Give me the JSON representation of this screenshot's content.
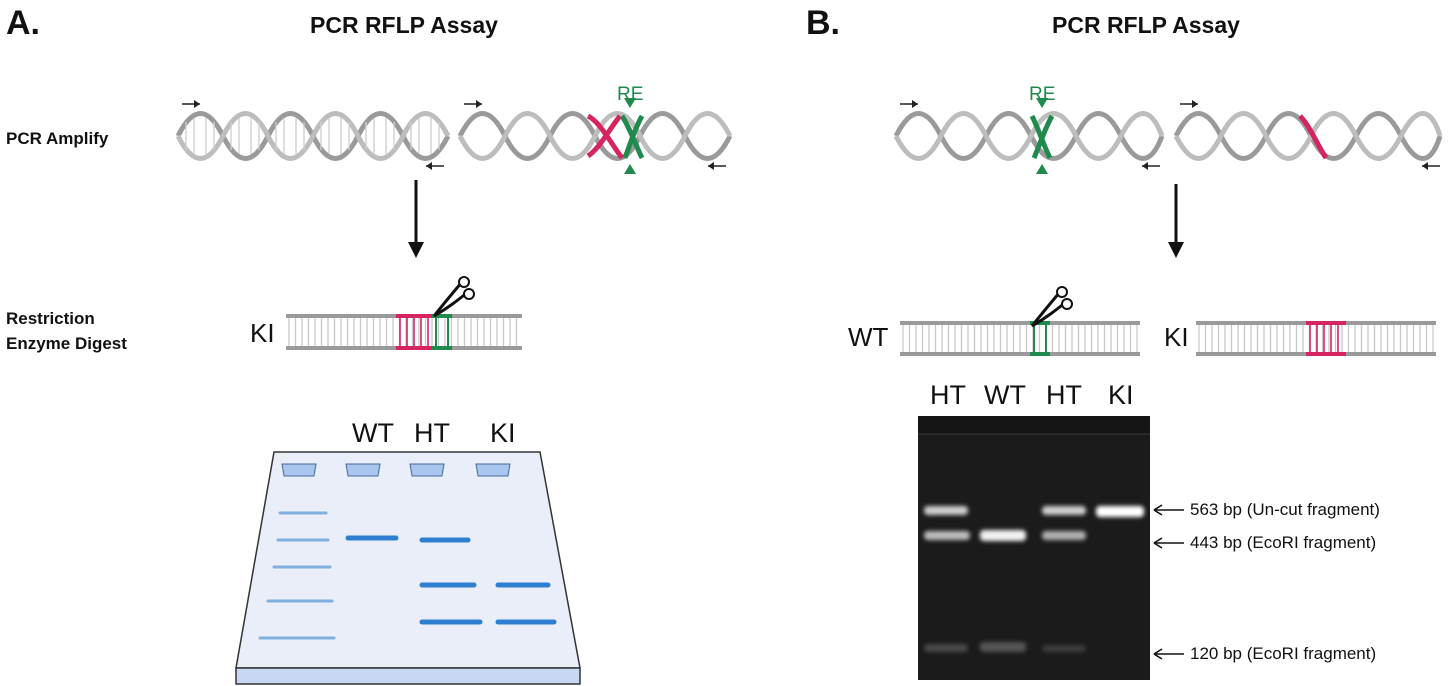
{
  "panel_a": {
    "letter": "A.",
    "title": "PCR RFLP Assay",
    "step_pcr": "PCR Amplify",
    "step_digest_1": "Restriction",
    "step_digest_2": "Enzyme Digest",
    "re_label": "RE",
    "ki_label": "KI",
    "lanes": [
      "WT",
      "HT",
      "KI"
    ]
  },
  "panel_b": {
    "letter": "B.",
    "title": "PCR RFLP Assay",
    "re_label": "RE",
    "wt_label": "WT",
    "ki_label": "KI",
    "lanes": [
      "HT",
      "WT",
      "HT",
      "KI"
    ],
    "bands": [
      {
        "label": "563 bp (Un-cut fragment)",
        "size_bp": 563
      },
      {
        "label": "443 bp (EcoRI fragment)",
        "size_bp": 443
      },
      {
        "label": "120 bp (EcoRI fragment)",
        "size_bp": 120
      }
    ]
  },
  "colors": {
    "dna": "#9a9a9a",
    "insert": "#d6245e",
    "site": "#1f8a4c",
    "gel_bg": "#e9eef9",
    "gel_band": "#2f7fd0",
    "ladder": "#7fb0e0",
    "photo_bg": "#1b1b1b"
  }
}
